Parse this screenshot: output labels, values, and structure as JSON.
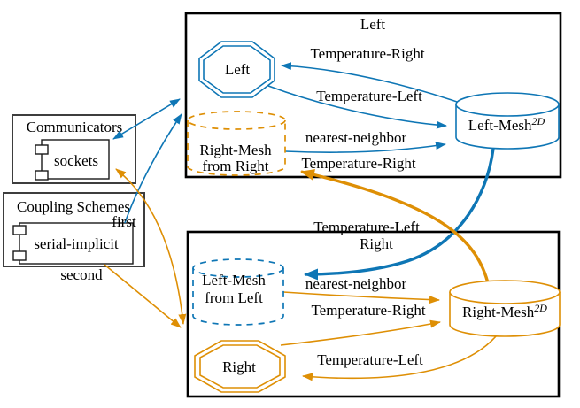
{
  "colors": {
    "blue_accent": "#0e76b5",
    "orange_accent": "#de8f05",
    "participant_border": "#000000",
    "group_border": "#3d3d3d"
  },
  "communicators": {
    "title": "Communicators",
    "item": "sockets"
  },
  "coupling_schemes": {
    "title": "Coupling Schemes",
    "item": "serial-implicit",
    "first_label": "first",
    "second_label": "second"
  },
  "exchange": {
    "temperature_left": "Temperature-Left"
  },
  "left": {
    "title": "Left",
    "solver": "Left",
    "mesh": "Left-Mesh",
    "mesh_dim": "2D",
    "received_mesh": [
      "Right-Mesh",
      "from Right"
    ],
    "labels": {
      "read": "Temperature-Right",
      "write": "Temperature-Left",
      "mapping": "nearest-neighbor",
      "exchange_in": "Temperature-Right"
    }
  },
  "right": {
    "title": "Right",
    "solver": "Right",
    "mesh": "Right-Mesh",
    "mesh_dim": "2D",
    "received_mesh": [
      "Left-Mesh",
      "from Left"
    ],
    "labels": {
      "mapping": "nearest-neighbor",
      "write": "Temperature-Right",
      "read": "Temperature-Left"
    }
  }
}
